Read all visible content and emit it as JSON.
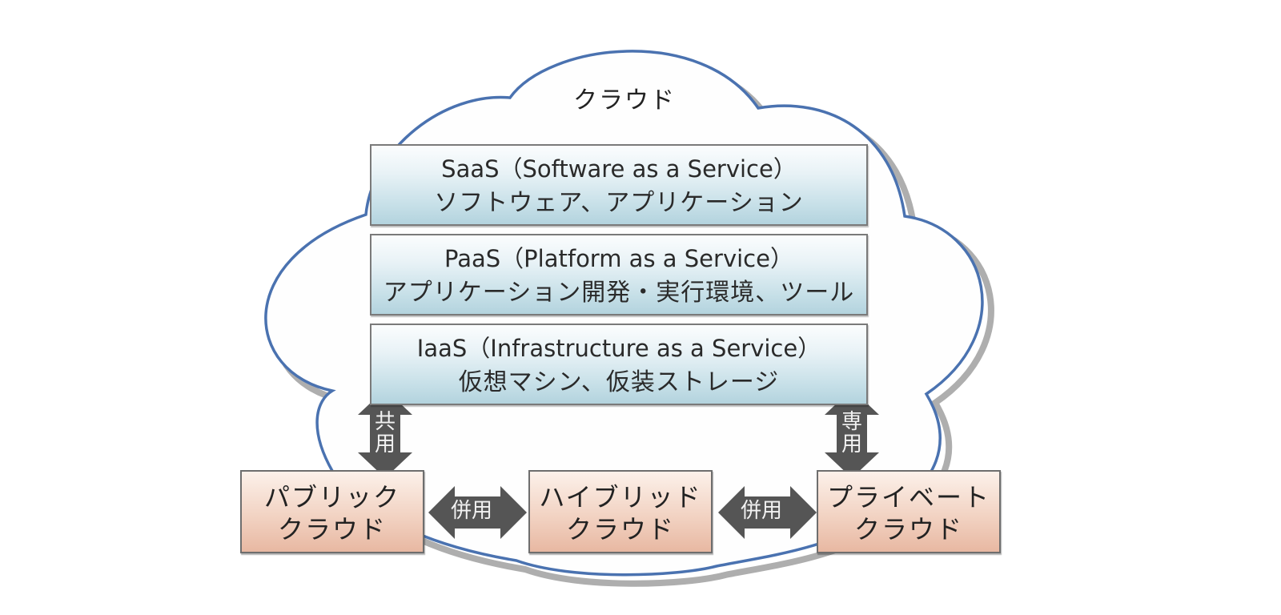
{
  "cloud": {
    "title": "クラウド",
    "outline_color": "#4a72b0",
    "shadow_color": "#a0a0a0"
  },
  "service_layers": [
    {
      "id": "saas",
      "title": "SaaS（Software as a Service）",
      "description": "ソフトウェア、アプリケーション"
    },
    {
      "id": "paas",
      "title": "PaaS（Platform as a Service）",
      "description": "アプリケーション開発・実行環境、ツール"
    },
    {
      "id": "iaas",
      "title": "IaaS（Infrastructure as a Service）",
      "description": "仮想マシン、仮装ストレージ"
    }
  ],
  "deployment_models": [
    {
      "id": "public",
      "line1": "パブリック",
      "line2": "クラウド"
    },
    {
      "id": "hybrid",
      "line1": "ハイブリッド",
      "line2": "クラウド"
    },
    {
      "id": "private",
      "line1": "プライベート",
      "line2": "クラウド"
    }
  ],
  "connectors": {
    "shared": {
      "char1": "共",
      "char2": "用"
    },
    "dedicated": {
      "char1": "専",
      "char2": "用"
    },
    "combined_left": "併用",
    "combined_right": "併用"
  },
  "colors": {
    "layer_gradient_top": "#fbfdfe",
    "layer_gradient_bottom": "#b3d3de",
    "deploy_gradient_top": "#fcf1ea",
    "deploy_gradient_bottom": "#e8b8a2",
    "arrow_fill": "#555555",
    "box_border": "#7a7a7a"
  }
}
